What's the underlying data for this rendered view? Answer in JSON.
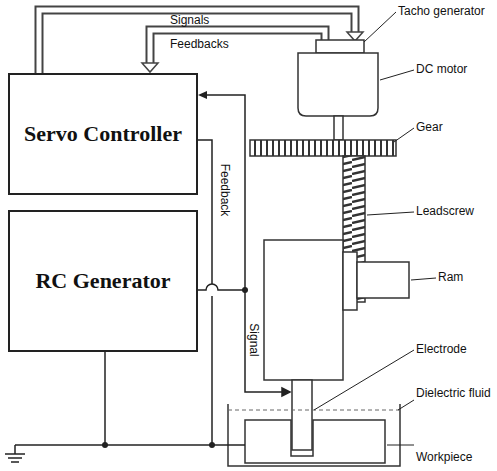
{
  "diagram": {
    "nodes": [
      {
        "text": [
          "Servo Controller"
        ]
      },
      {
        "text": [
          "RC Generator"
        ]
      }
    ],
    "edges": [
      {
        "from": 1,
        "to": 0,
        "arrow": "to"
      }
    ],
    "labels": [
      "Signals",
      "Feedbacks",
      "Tacho generator",
      "DC motor",
      "Gear",
      "Leadscrew",
      "Ram",
      "Feedback",
      "Signal",
      "Electrode",
      "Dielectric fluid",
      "Workpiece"
    ]
  }
}
